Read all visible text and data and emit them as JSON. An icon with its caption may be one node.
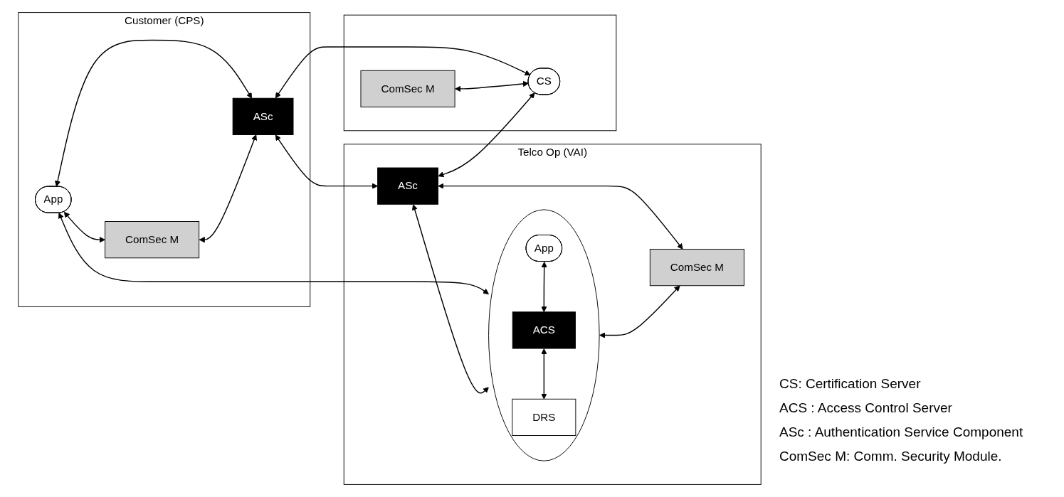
{
  "diagram": {
    "nodes": [
      {
        "text": [
          "Customer (CPS)"
        ]
      },
      {
        "text": [
          "App"
        ],
        "in": 0
      },
      {
        "text": [
          "ComSec M"
        ],
        "in": 0
      },
      {
        "text": [
          "ASc"
        ],
        "in": 0
      },
      {
        "text": [
          "Telco Op (VAI)"
        ]
      },
      {
        "text": [],
        "shape": "ellipse",
        "in": 4
      },
      {
        "text": [
          "App"
        ],
        "in": 5
      },
      {
        "text": [
          "ACS"
        ],
        "in": 5
      },
      {
        "text": [
          "DRS"
        ],
        "in": 5
      },
      {
        "text": [
          "ASc"
        ],
        "in": 4
      },
      {
        "text": [
          "ComSec M"
        ],
        "in": 4
      },
      {
        "text": [],
        "shape": "box"
      },
      {
        "text": [
          "CS"
        ],
        "in": 11
      },
      {
        "text": [
          "ComSec M"
        ],
        "in": 11
      }
    ],
    "edges": [
      {
        "from": 1,
        "to": 2,
        "arrow": "both"
      },
      {
        "from": 1,
        "to": 3,
        "arrow": "both"
      },
      {
        "from": 2,
        "to": 3,
        "arrow": "both"
      },
      {
        "from": 1,
        "to": 5,
        "arrow": "both"
      },
      {
        "from": 6,
        "to": 7,
        "arrow": "both"
      },
      {
        "from": 7,
        "to": 8,
        "arrow": "both"
      },
      {
        "from": 3,
        "to": 9,
        "arrow": "both"
      },
      {
        "from": 3,
        "to": 12,
        "arrow": "both"
      },
      {
        "from": 9,
        "to": 5,
        "arrow": "both"
      },
      {
        "from": 5,
        "to": 10,
        "arrow": "both"
      },
      {
        "from": 9,
        "to": 10,
        "arrow": "both"
      },
      {
        "from": 9,
        "to": 12,
        "arrow": "both"
      },
      {
        "from": 13,
        "to": 12,
        "arrow": "both"
      }
    ],
    "labels": [
      "CS: Certification Server",
      "ACS : Access Control Server",
      "ASc : Authentication Service Component",
      "ComSec M: Comm. Security Module."
    ]
  }
}
